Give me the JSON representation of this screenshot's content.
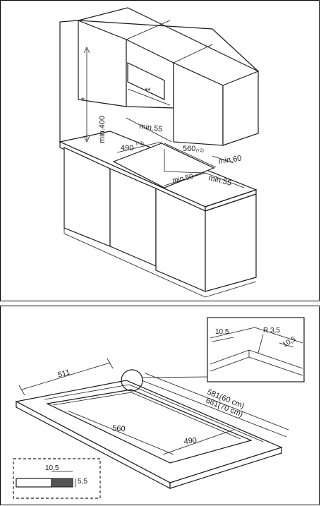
{
  "top_diagram": {
    "labels": {
      "star_single": "*",
      "star_double": "**",
      "min_400": "min.400",
      "min_55_back": "min.55",
      "width_490": "490",
      "width_490_tol": "(+2)",
      "depth_560": "560",
      "depth_560_tol": "(+2)",
      "min_60": "min.60",
      "min_50": "min.50",
      "min_55_side": "min.55"
    }
  },
  "bottom_diagram": {
    "labels": {
      "dim_511": "511",
      "dim_581": "581(60 cm)",
      "dim_681": "681(70 cm)",
      "dim_560": "560",
      "dim_490": "490"
    },
    "detail_zoom": {
      "left_10_5": "10,5",
      "radius": "R 3,5",
      "right_10_5": "10,5"
    },
    "section_detail": {
      "width_10_5": "10,5",
      "height_5_5": "5,5"
    }
  }
}
